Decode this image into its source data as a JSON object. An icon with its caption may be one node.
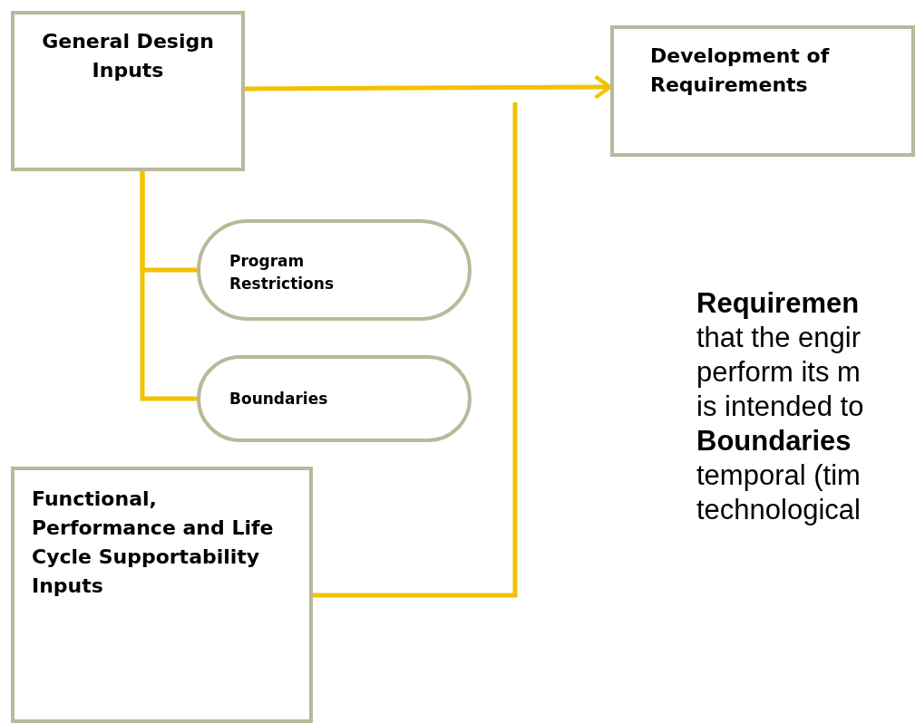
{
  "diagram": {
    "nodes": [
      {
        "text": [
          "General Design Inputs"
        ]
      },
      {
        "text": [
          "Development of Requirements"
        ]
      },
      {
        "text": [
          "Program Restrictions"
        ]
      },
      {
        "text": [
          "Boundaries"
        ]
      },
      {
        "text": [
          "Functional, Performance and Life Cycle Supportability Inputs"
        ]
      }
    ],
    "edges": [
      {
        "from": 0,
        "to": 1,
        "arrow": "to"
      },
      {
        "from": 0,
        "to": 2,
        "arrow": "none"
      },
      {
        "from": 0,
        "to": 3,
        "arrow": "none"
      },
      {
        "from": 4,
        "to": null,
        "arrow": "none"
      }
    ],
    "labels": [
      "Requiremen",
      "that the engir",
      "perform its m",
      "is intended to",
      "Boundaries",
      "temporal (tim",
      "technological"
    ]
  }
}
